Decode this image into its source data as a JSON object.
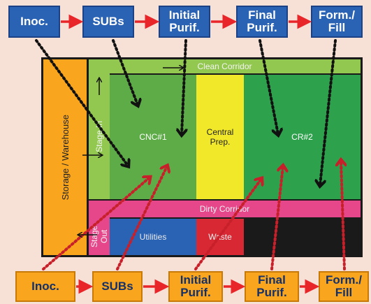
{
  "top_flow": [
    {
      "label": "Inoc."
    },
    {
      "label": "SUBs"
    },
    {
      "label": "Initial Purif."
    },
    {
      "label": "Final Purif."
    },
    {
      "label": "Form./ Fill"
    }
  ],
  "bottom_flow": [
    {
      "label": "Inoc."
    },
    {
      "label": "SUBs"
    },
    {
      "label": "Initial Purif."
    },
    {
      "label": "Final Purif."
    },
    {
      "label": "Form./ Fill"
    }
  ],
  "zones": {
    "storage": "Storage / Warehouse",
    "clean_corridor": "Clean Corridor",
    "stage_in": "Stage In",
    "cnc1": "CNC#1",
    "central_prep": "Central Prep.",
    "cr2": "CR#2",
    "dirty_corridor": "Dirty Corridor",
    "stage_out": "Stage Out",
    "utilities": "Utilities",
    "waste": "Waste"
  },
  "colors": {
    "flow_arrow": "#e8262a",
    "clean_path": "#111111",
    "dirty_path": "#c8202a"
  }
}
